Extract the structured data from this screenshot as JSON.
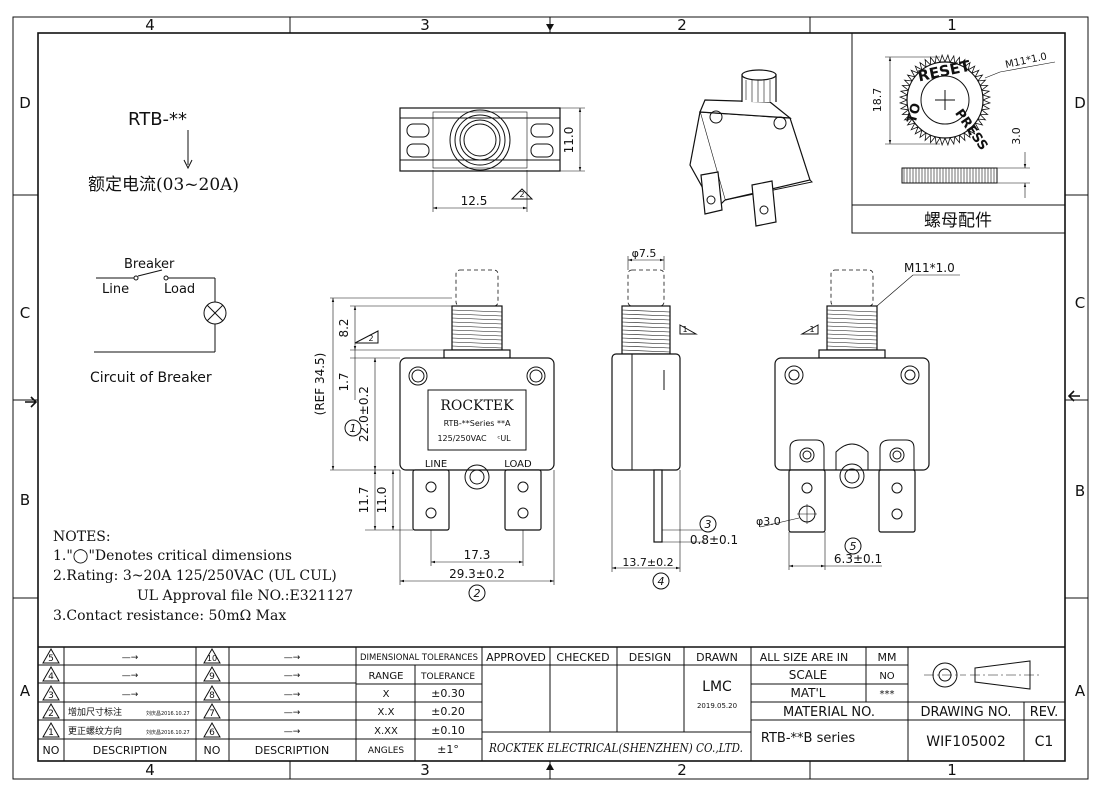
{
  "border": {
    "columns": [
      "4",
      "3",
      "2",
      "1"
    ],
    "rows": [
      "D",
      "C",
      "B",
      "A"
    ]
  },
  "model": {
    "name": "RTB-**",
    "rated_current": "额定电流(03~20A)"
  },
  "nut_detail": {
    "title": "螺母配件",
    "thread": "M11*1.0",
    "dim_height": "18.7",
    "dim_thickness": "3.0",
    "text_reset": "RESET",
    "text_press": "PRESS",
    "text_to": "TO"
  },
  "top_view": {
    "dim_width": "12.5",
    "dim_height": "11.0",
    "rev_mark": "2"
  },
  "circuit": {
    "breaker": "Breaker",
    "line": "Line",
    "load": "Load",
    "caption": "Circuit of Breaker"
  },
  "front_view": {
    "brand": "ROCKTEK",
    "series": "RTB-**Series **A",
    "rating": "125/250VAC",
    "label_line": "LINE",
    "label_load": "LOAD",
    "dim_ref": "(REF 34.5)",
    "dim_button": "8.2",
    "dim_shoulder": "1.7",
    "dim_body": "22.0±0.2",
    "dim_terminal": "11.7",
    "dim_terminal2": "11.0",
    "dim_pitch": "17.3",
    "dim_width": "29.3±0.2",
    "mark_1": "1",
    "mark_2": "2",
    "rev_mark": "2"
  },
  "side_view": {
    "dim_dia": "φ7.5",
    "dim_thick": "0.8±0.1",
    "dim_depth": "13.7±0.2",
    "mark_3": "3",
    "mark_4": "4",
    "rev_mark": "1"
  },
  "rear_view": {
    "thread": "M11*1.0",
    "dim_hole": "φ3.0",
    "dim_tab": "6.3±0.1",
    "mark_5": "5",
    "rev_mark": "1"
  },
  "notes": {
    "header": "NOTES:",
    "line1": "1.\"◯\"Denotes critical dimensions",
    "line2": "2.Rating: 3~20A 125/250VAC (UL CUL)",
    "line3": "UL Approval file NO.:E321127",
    "line4": "3.Contact resistance: 50mΩ Max"
  },
  "revisions": {
    "left_rows": [
      {
        "no": "5",
        "desc": "—→",
        "note": ""
      },
      {
        "no": "4",
        "desc": "—→",
        "note": ""
      },
      {
        "no": "3",
        "desc": "—→",
        "note": ""
      },
      {
        "no": "2",
        "desc": "增加尺寸标注",
        "note": "刘庆昌2016.10.27"
      },
      {
        "no": "1",
        "desc": "更正螺纹方向",
        "note": "刘庆昌2016.10.27"
      }
    ],
    "mid_rows": [
      {
        "no": "10",
        "desc": "—→"
      },
      {
        "no": "9",
        "desc": "—→"
      },
      {
        "no": "8",
        "desc": "—→"
      },
      {
        "no": "7",
        "desc": "—→"
      },
      {
        "no": "6",
        "desc": "—→"
      }
    ],
    "header_no": "NO",
    "header_desc": "DESCRIPTION"
  },
  "tolerances": {
    "title": "DIMENSIONAL TOLERANCES",
    "range": "RANGE",
    "tolerance": "TOLERANCE",
    "rows": [
      {
        "range": "X",
        "tol": "±0.30"
      },
      {
        "range": "X.X",
        "tol": "±0.20"
      },
      {
        "range": "X.XX",
        "tol": "±0.10"
      },
      {
        "range": "ANGLES",
        "tol": "±1°"
      }
    ]
  },
  "approvals": {
    "approved": "APPROVED",
    "checked": "CHECKED",
    "design": "DESIGN",
    "drawn": "DRAWN",
    "drawn_by": "LMC",
    "drawn_date": "2019.05.20",
    "company": "ROCKTEK ELECTRICAL(SHENZHEN) CO.,LTD."
  },
  "title_block": {
    "size_label": "ALL SIZE ARE IN",
    "size_unit": "MM",
    "scale_label": "SCALE",
    "scale_value": "NO",
    "matl_label": "MAT'L",
    "matl_value": "***",
    "material_no_label": "MATERIAL NO.",
    "material_no": "RTB-**B series",
    "drawing_no_label": "DRAWING NO.",
    "drawing_no": "WIF105002",
    "rev_label": "REV.",
    "rev": "C1"
  }
}
